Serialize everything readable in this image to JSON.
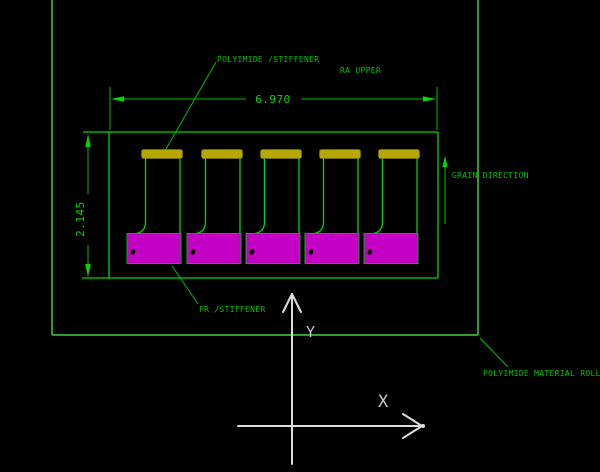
{
  "drawing": {
    "labels": {
      "top_component": "POLYIMIDE /STIFFENER",
      "upper_right": "RA UPPER",
      "grain_direction": "GRAIN DIRECTION",
      "bottom_component": "FR /STIFFENER",
      "material_roll": "POLYIMIDE MATERIAL ROLL"
    },
    "dimensions": {
      "overall_width": "6.970",
      "overall_height": "2.145"
    },
    "axes": {
      "x_label": "X",
      "y_label": "Y"
    },
    "part_count": 5,
    "colors": {
      "background": "#000000",
      "outline_green": "#00d800",
      "roll_outline_green": "#2b9e2b",
      "text_green": "#00c400",
      "stiffener_yellow": "#b5a700",
      "pad_magenta": "#c400c4",
      "axis_white": "#dcdcdc"
    }
  }
}
